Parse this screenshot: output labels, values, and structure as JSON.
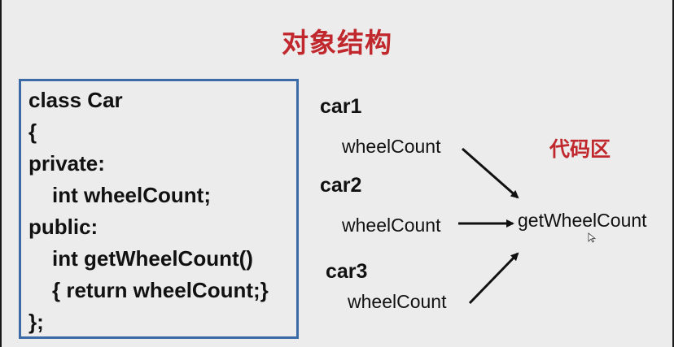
{
  "title": "对象结构",
  "code": {
    "lines": [
      "class Car",
      "{",
      "private:",
      "int wheelCount;",
      "public:",
      "int getWheelCount()",
      "{ return wheelCount;}",
      "};"
    ]
  },
  "objects": [
    {
      "name": "car1",
      "field": "wheelCount"
    },
    {
      "name": "car2",
      "field": "wheelCount"
    },
    {
      "name": "car3",
      "field": "wheelCount"
    }
  ],
  "code_area": {
    "label": "代码区",
    "method": "getWheelCount"
  },
  "colors": {
    "title": "#c0282d",
    "box_border": "#3c6aa6",
    "background": "#ececec"
  }
}
